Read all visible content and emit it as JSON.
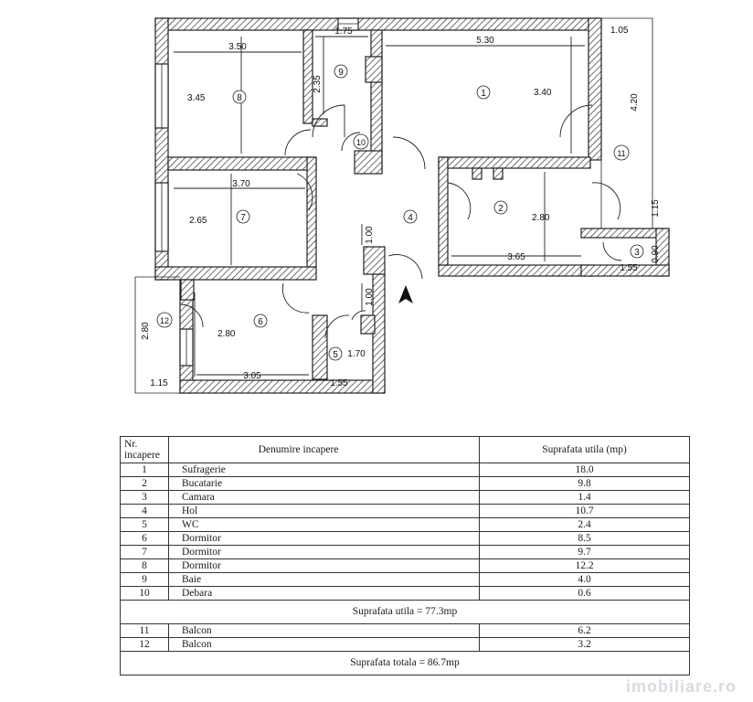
{
  "rooms": [
    {
      "nr": "1",
      "name": "Sufragerie",
      "area": "18.0"
    },
    {
      "nr": "2",
      "name": "Bucatarie",
      "area": "9.8"
    },
    {
      "nr": "3",
      "name": "Camara",
      "area": "1.4"
    },
    {
      "nr": "4",
      "name": "Hol",
      "area": "10.7"
    },
    {
      "nr": "5",
      "name": "WC",
      "area": "2.4"
    },
    {
      "nr": "6",
      "name": "Dormitor",
      "area": "8.5"
    },
    {
      "nr": "7",
      "name": "Dormitor",
      "area": "9.7"
    },
    {
      "nr": "8",
      "name": "Dormitor",
      "area": "12.2"
    },
    {
      "nr": "9",
      "name": "Baie",
      "area": "4.0"
    },
    {
      "nr": "10",
      "name": "Debara",
      "area": "0.6"
    },
    {
      "nr": "11",
      "name": "Balcon",
      "area": "6.2"
    },
    {
      "nr": "12",
      "name": "Balcon",
      "area": "3.2"
    }
  ],
  "table": {
    "h_nr": "Nr. incapere",
    "h_name": "Denumire incapere",
    "h_area": "Suprafata utila (mp)",
    "sum_util": "Suprafata utila = 77.3mp",
    "sum_total": "Suprafata totala = 86.7mp"
  },
  "dims": {
    "d350": "3.50",
    "d345": "3.45",
    "d175": "1.75",
    "d235": "2.35",
    "d530": "5.30",
    "d340": "3.40",
    "d105": "1.05",
    "d420": "4.20",
    "d370": "3.70",
    "d265": "2.65",
    "d280k": "2.80",
    "d365": "3.65",
    "d115a": "1.15",
    "d090": "0.90",
    "d155a": "1.55",
    "d100a": "1.00",
    "d100b": "1.00",
    "d280b": "2.80",
    "d280c": "2.80",
    "d305": "3.05",
    "d115b": "1.15",
    "d170": "1.70",
    "d155b": "1.55"
  },
  "watermark": "imobiliare.ro"
}
